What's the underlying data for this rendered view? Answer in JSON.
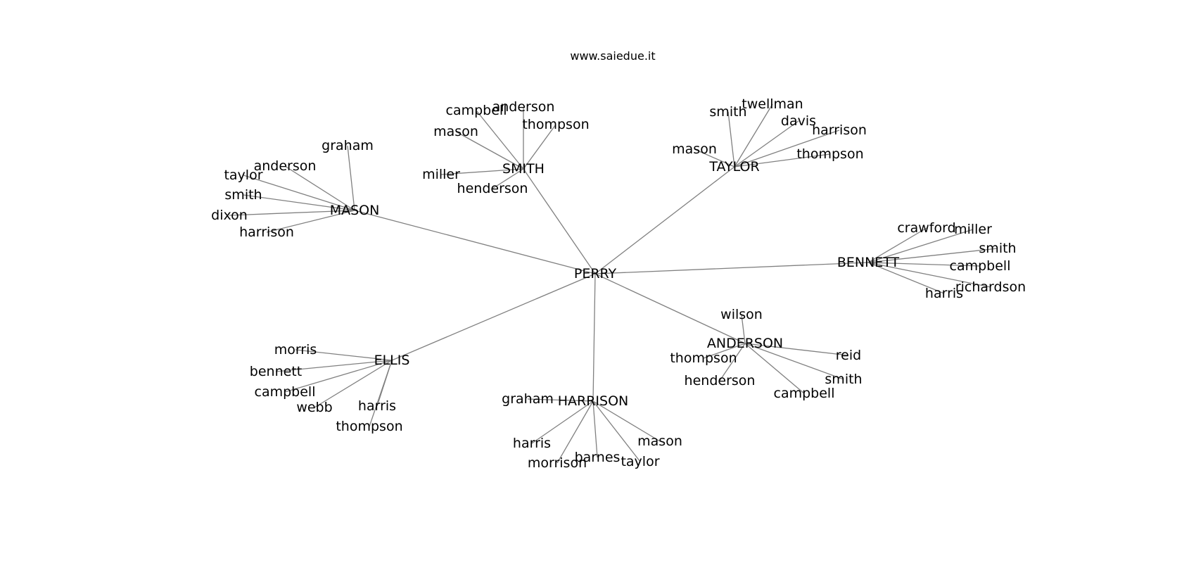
{
  "title": "www.saiedue.it",
  "colors": {
    "edge": "#808080",
    "text": "#000000",
    "background": "#ffffff"
  },
  "graph": {
    "root": "PERRY",
    "nodes": [
      {
        "id": "perry",
        "label": "PERRY"
      },
      {
        "id": "mason",
        "label": "MASON"
      },
      {
        "id": "smith",
        "label": "SMITH"
      },
      {
        "id": "taylor",
        "label": "TAYLOR"
      },
      {
        "id": "bennett",
        "label": "BENNETT"
      },
      {
        "id": "anderson",
        "label": "ANDERSON"
      },
      {
        "id": "harrison",
        "label": "HARRISON"
      },
      {
        "id": "ellis",
        "label": "ELLIS"
      },
      {
        "id": "mason_graham",
        "label": "graham"
      },
      {
        "id": "mason_anderson",
        "label": "anderson"
      },
      {
        "id": "mason_taylor",
        "label": "taylor"
      },
      {
        "id": "mason_smith",
        "label": "smith"
      },
      {
        "id": "mason_dixon",
        "label": "dixon"
      },
      {
        "id": "mason_harrison",
        "label": "harrison"
      },
      {
        "id": "smith_campbell",
        "label": "campbell"
      },
      {
        "id": "smith_anderson",
        "label": "anderson"
      },
      {
        "id": "smith_thompson",
        "label": "thompson"
      },
      {
        "id": "smith_mason",
        "label": "mason"
      },
      {
        "id": "smith_miller",
        "label": "miller"
      },
      {
        "id": "smith_henderson",
        "label": "henderson"
      },
      {
        "id": "taylor_smith",
        "label": "smith"
      },
      {
        "id": "taylor_twellman",
        "label": "twellman"
      },
      {
        "id": "taylor_davis",
        "label": "davis"
      },
      {
        "id": "taylor_harrison",
        "label": "harrison"
      },
      {
        "id": "taylor_mason",
        "label": "mason"
      },
      {
        "id": "taylor_thompson",
        "label": "thompson"
      },
      {
        "id": "bennett_crawford",
        "label": "crawford"
      },
      {
        "id": "bennett_miller",
        "label": "miller"
      },
      {
        "id": "bennett_smith",
        "label": "smith"
      },
      {
        "id": "bennett_campbell",
        "label": "campbell"
      },
      {
        "id": "bennett_richardson",
        "label": "richardson"
      },
      {
        "id": "bennett_harris",
        "label": "harris"
      },
      {
        "id": "anderson_wilson",
        "label": "wilson"
      },
      {
        "id": "anderson_thompson",
        "label": "thompson"
      },
      {
        "id": "anderson_henderson",
        "label": "henderson"
      },
      {
        "id": "anderson_reid",
        "label": "reid"
      },
      {
        "id": "anderson_smith",
        "label": "smith"
      },
      {
        "id": "anderson_campbell",
        "label": "campbell"
      },
      {
        "id": "harrison_graham",
        "label": "graham"
      },
      {
        "id": "harrison_harris",
        "label": "harris"
      },
      {
        "id": "harrison_morrison",
        "label": "morrison"
      },
      {
        "id": "harrison_barnes",
        "label": "barnes"
      },
      {
        "id": "harrison_taylor",
        "label": "taylor"
      },
      {
        "id": "harrison_mason",
        "label": "mason"
      },
      {
        "id": "ellis_morris",
        "label": "morris"
      },
      {
        "id": "ellis_bennett",
        "label": "bennett"
      },
      {
        "id": "ellis_campbell",
        "label": "campbell"
      },
      {
        "id": "ellis_webb",
        "label": "webb"
      },
      {
        "id": "ellis_harris",
        "label": "harris"
      },
      {
        "id": "ellis_thompson",
        "label": "thompson"
      }
    ],
    "edges": [
      [
        "perry",
        "mason"
      ],
      [
        "perry",
        "smith"
      ],
      [
        "perry",
        "taylor"
      ],
      [
        "perry",
        "bennett"
      ],
      [
        "perry",
        "anderson"
      ],
      [
        "perry",
        "harrison"
      ],
      [
        "perry",
        "ellis"
      ],
      [
        "mason",
        "mason_graham"
      ],
      [
        "mason",
        "mason_anderson"
      ],
      [
        "mason",
        "mason_taylor"
      ],
      [
        "mason",
        "mason_smith"
      ],
      [
        "mason",
        "mason_dixon"
      ],
      [
        "mason",
        "mason_harrison"
      ],
      [
        "smith",
        "smith_campbell"
      ],
      [
        "smith",
        "smith_anderson"
      ],
      [
        "smith",
        "smith_thompson"
      ],
      [
        "smith",
        "smith_mason"
      ],
      [
        "smith",
        "smith_miller"
      ],
      [
        "smith",
        "smith_henderson"
      ],
      [
        "taylor",
        "taylor_smith"
      ],
      [
        "taylor",
        "taylor_twellman"
      ],
      [
        "taylor",
        "taylor_davis"
      ],
      [
        "taylor",
        "taylor_harrison"
      ],
      [
        "taylor",
        "taylor_mason"
      ],
      [
        "taylor",
        "taylor_thompson"
      ],
      [
        "bennett",
        "bennett_crawford"
      ],
      [
        "bennett",
        "bennett_miller"
      ],
      [
        "bennett",
        "bennett_smith"
      ],
      [
        "bennett",
        "bennett_campbell"
      ],
      [
        "bennett",
        "bennett_richardson"
      ],
      [
        "bennett",
        "bennett_harris"
      ],
      [
        "anderson",
        "anderson_wilson"
      ],
      [
        "anderson",
        "anderson_thompson"
      ],
      [
        "anderson",
        "anderson_henderson"
      ],
      [
        "anderson",
        "anderson_reid"
      ],
      [
        "anderson",
        "anderson_smith"
      ],
      [
        "anderson",
        "anderson_campbell"
      ],
      [
        "harrison",
        "harrison_graham"
      ],
      [
        "harrison",
        "harrison_harris"
      ],
      [
        "harrison",
        "harrison_morrison"
      ],
      [
        "harrison",
        "harrison_barnes"
      ],
      [
        "harrison",
        "harrison_taylor"
      ],
      [
        "harrison",
        "harrison_mason"
      ],
      [
        "ellis",
        "ellis_morris"
      ],
      [
        "ellis",
        "ellis_bennett"
      ],
      [
        "ellis",
        "ellis_campbell"
      ],
      [
        "ellis",
        "ellis_webb"
      ],
      [
        "ellis",
        "ellis_harris"
      ],
      [
        "ellis",
        "ellis_thompson"
      ]
    ]
  }
}
